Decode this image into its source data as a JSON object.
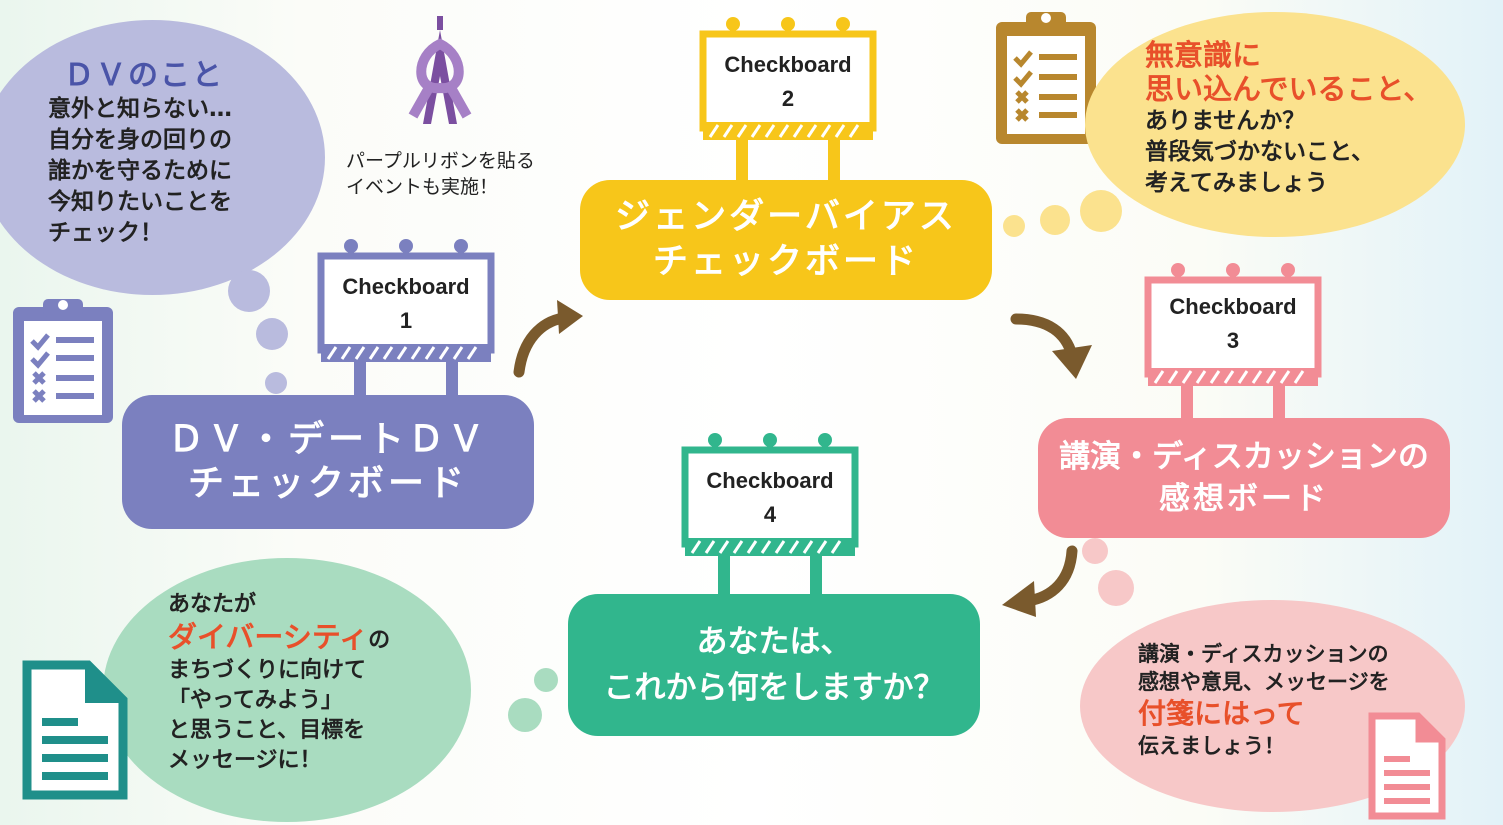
{
  "colors": {
    "dv": "#7b80bf",
    "dv_bubble": "#b9bbde",
    "gender": "#f7c61a",
    "gender_bubble": "#fbe28e",
    "lecture": "#f28c95",
    "lecture_bubble": "#f7c8c8",
    "future": "#31b68d",
    "future_bubble": "#a9dcc0",
    "arrow": "#7a5a2d",
    "clipboard_gold": "#b8872e",
    "accent": "#e8502a"
  },
  "dv_bubble": {
    "title": "ＤＶのこと",
    "lines": [
      "意外と知らない…",
      "自分を身の回りの",
      "誰かを守るために",
      "今知りたいことを",
      "チェック！"
    ]
  },
  "ribbon": {
    "icon": "purple-ribbon-tower-icon",
    "lines": [
      "パープルリボンを貼る",
      "イベントも実施！"
    ]
  },
  "boards": [
    {
      "label": "Checkboard",
      "number": "1"
    },
    {
      "label": "Checkboard",
      "number": "2"
    },
    {
      "label": "Checkboard",
      "number": "3"
    },
    {
      "label": "Checkboard",
      "number": "4"
    }
  ],
  "stations": {
    "dv": {
      "line1": "ＤＶ・デートＤＶ",
      "line2": "チェックボード"
    },
    "gender": {
      "line1": "ジェンダーバイアス",
      "line2": "チェックボード"
    },
    "lecture": {
      "line1": "講演・ディスカッションの",
      "line2": "感想ボード"
    },
    "future": {
      "line1": "あなたは、",
      "line2": "これから何をしますか？"
    }
  },
  "gender_bubble": {
    "accent1": "無意識に",
    "accent2": "思い込んでいること、",
    "lines": [
      "ありませんか？",
      "普段気づかないこと、",
      "考えてみましょう"
    ]
  },
  "lecture_bubble": {
    "line1": "講演・ディスカッションの",
    "line2": "感想や意見、メッセージを",
    "accent": "付箋にはって",
    "line3": "伝えましょう！"
  },
  "future_bubble": {
    "line1": "あなたが",
    "accent": "ダイバーシティ",
    "accent_suffix": "の",
    "lines": [
      "まちづくりに向けて",
      "「やってみよう」",
      "と思うこと、目標を",
      "メッセージに！"
    ]
  },
  "icons": [
    "clipboard-icon",
    "document-icon",
    "curved-arrow-icon",
    "billboard-icon"
  ]
}
